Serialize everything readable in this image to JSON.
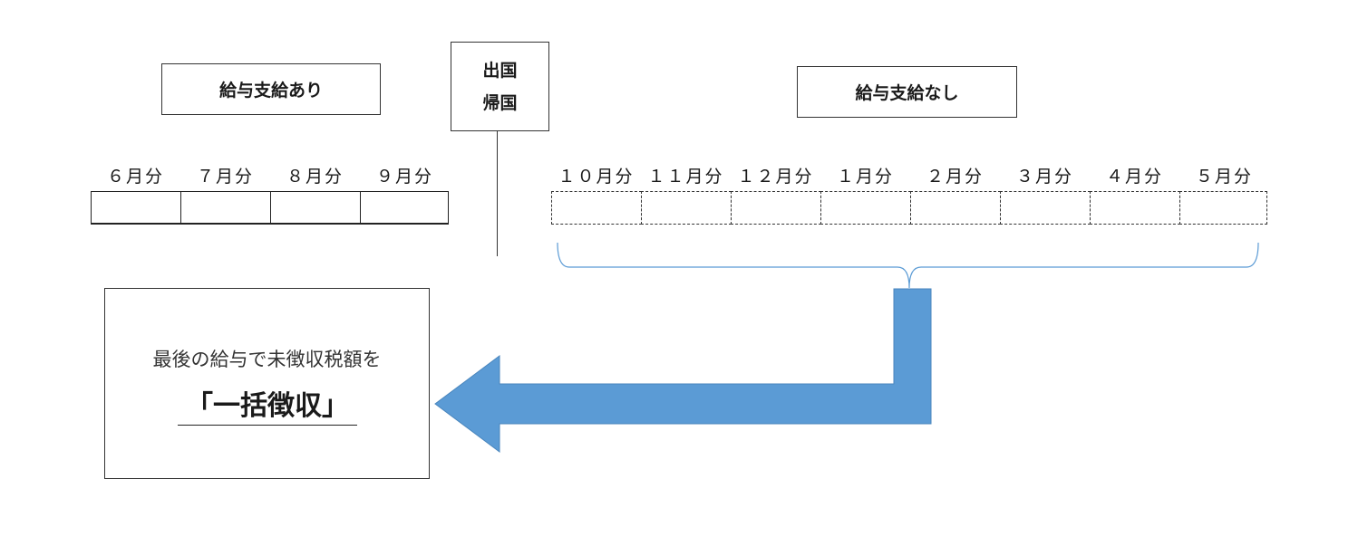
{
  "labels": {
    "pay_yes": "給与支給あり",
    "departure": "出国",
    "return": "帰国",
    "pay_no": "給与支給なし"
  },
  "months_paid": [
    "６月分",
    "７月分",
    "８月分",
    "９月分"
  ],
  "months_unpaid": [
    "１０月分",
    "１１月分",
    "１２月分",
    "１月分",
    "２月分",
    "３月分",
    "４月分",
    "５月分"
  ],
  "result": {
    "line1": "最後の給与で未徴収税額を",
    "line2": "「一括徴収」"
  },
  "colors": {
    "arrow": "#5b9bd5",
    "brace": "#5b9bd5"
  }
}
